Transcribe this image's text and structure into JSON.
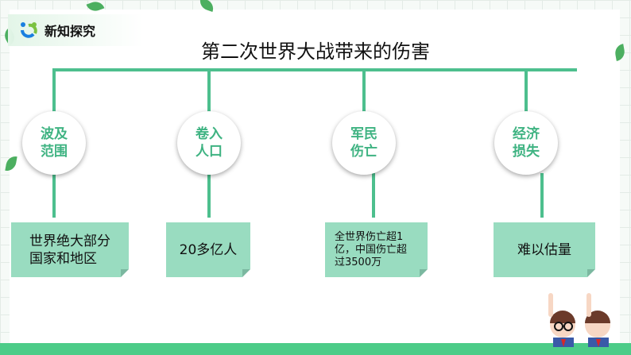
{
  "header": {
    "title": "新知探究"
  },
  "title": "第二次世界大战带来的伤害",
  "nodes": [
    {
      "circle": "波及\n范围",
      "box": "世界绝大部分\n国家和地区"
    },
    {
      "circle": "卷入\n人口",
      "box": "20多亿人"
    },
    {
      "circle": "军民\n伤亡",
      "box": "全世界伤亡超1\n亿，中国伤亡超\n过3500万"
    },
    {
      "circle": "经济\n损失",
      "box": "难以估量"
    }
  ],
  "colors": {
    "line": "#4dbf8e",
    "box": "#99dcc0",
    "circle_text": "#3fb382",
    "bar": "#4ccc88"
  }
}
